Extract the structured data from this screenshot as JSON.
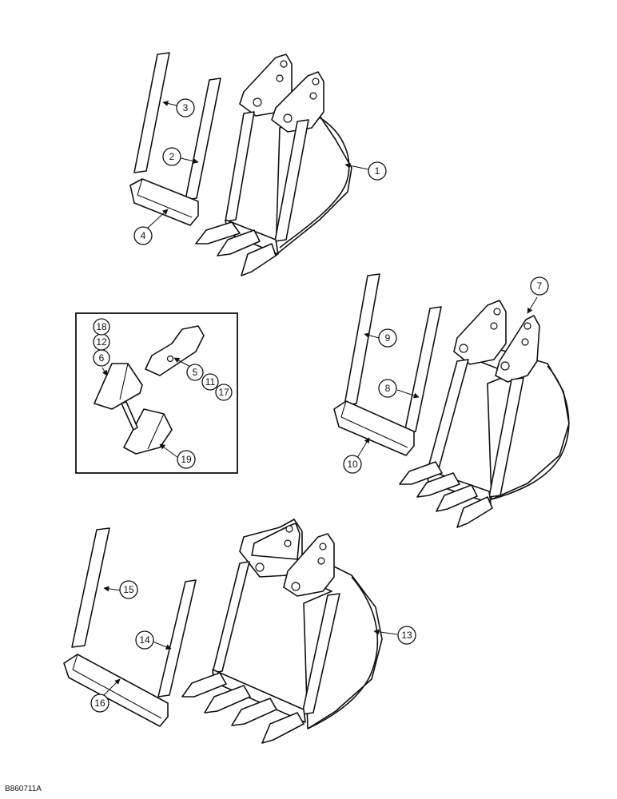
{
  "callouts": [
    {
      "id": "c1",
      "label": "1"
    },
    {
      "id": "c2",
      "label": "2"
    },
    {
      "id": "c3",
      "label": "3"
    },
    {
      "id": "c4",
      "label": "4"
    },
    {
      "id": "c5",
      "label": "5"
    },
    {
      "id": "c6",
      "label": "6"
    },
    {
      "id": "c7",
      "label": "7"
    },
    {
      "id": "c8",
      "label": "8"
    },
    {
      "id": "c9",
      "label": "9"
    },
    {
      "id": "c10",
      "label": "10"
    },
    {
      "id": "c11",
      "label": "11"
    },
    {
      "id": "c12",
      "label": "12"
    },
    {
      "id": "c13",
      "label": "13"
    },
    {
      "id": "c14",
      "label": "14"
    },
    {
      "id": "c15",
      "label": "15"
    },
    {
      "id": "c16",
      "label": "16"
    },
    {
      "id": "c17",
      "label": "17"
    },
    {
      "id": "c18",
      "label": "18"
    },
    {
      "id": "c19",
      "label": "19"
    }
  ],
  "reference_code": "B860711A"
}
